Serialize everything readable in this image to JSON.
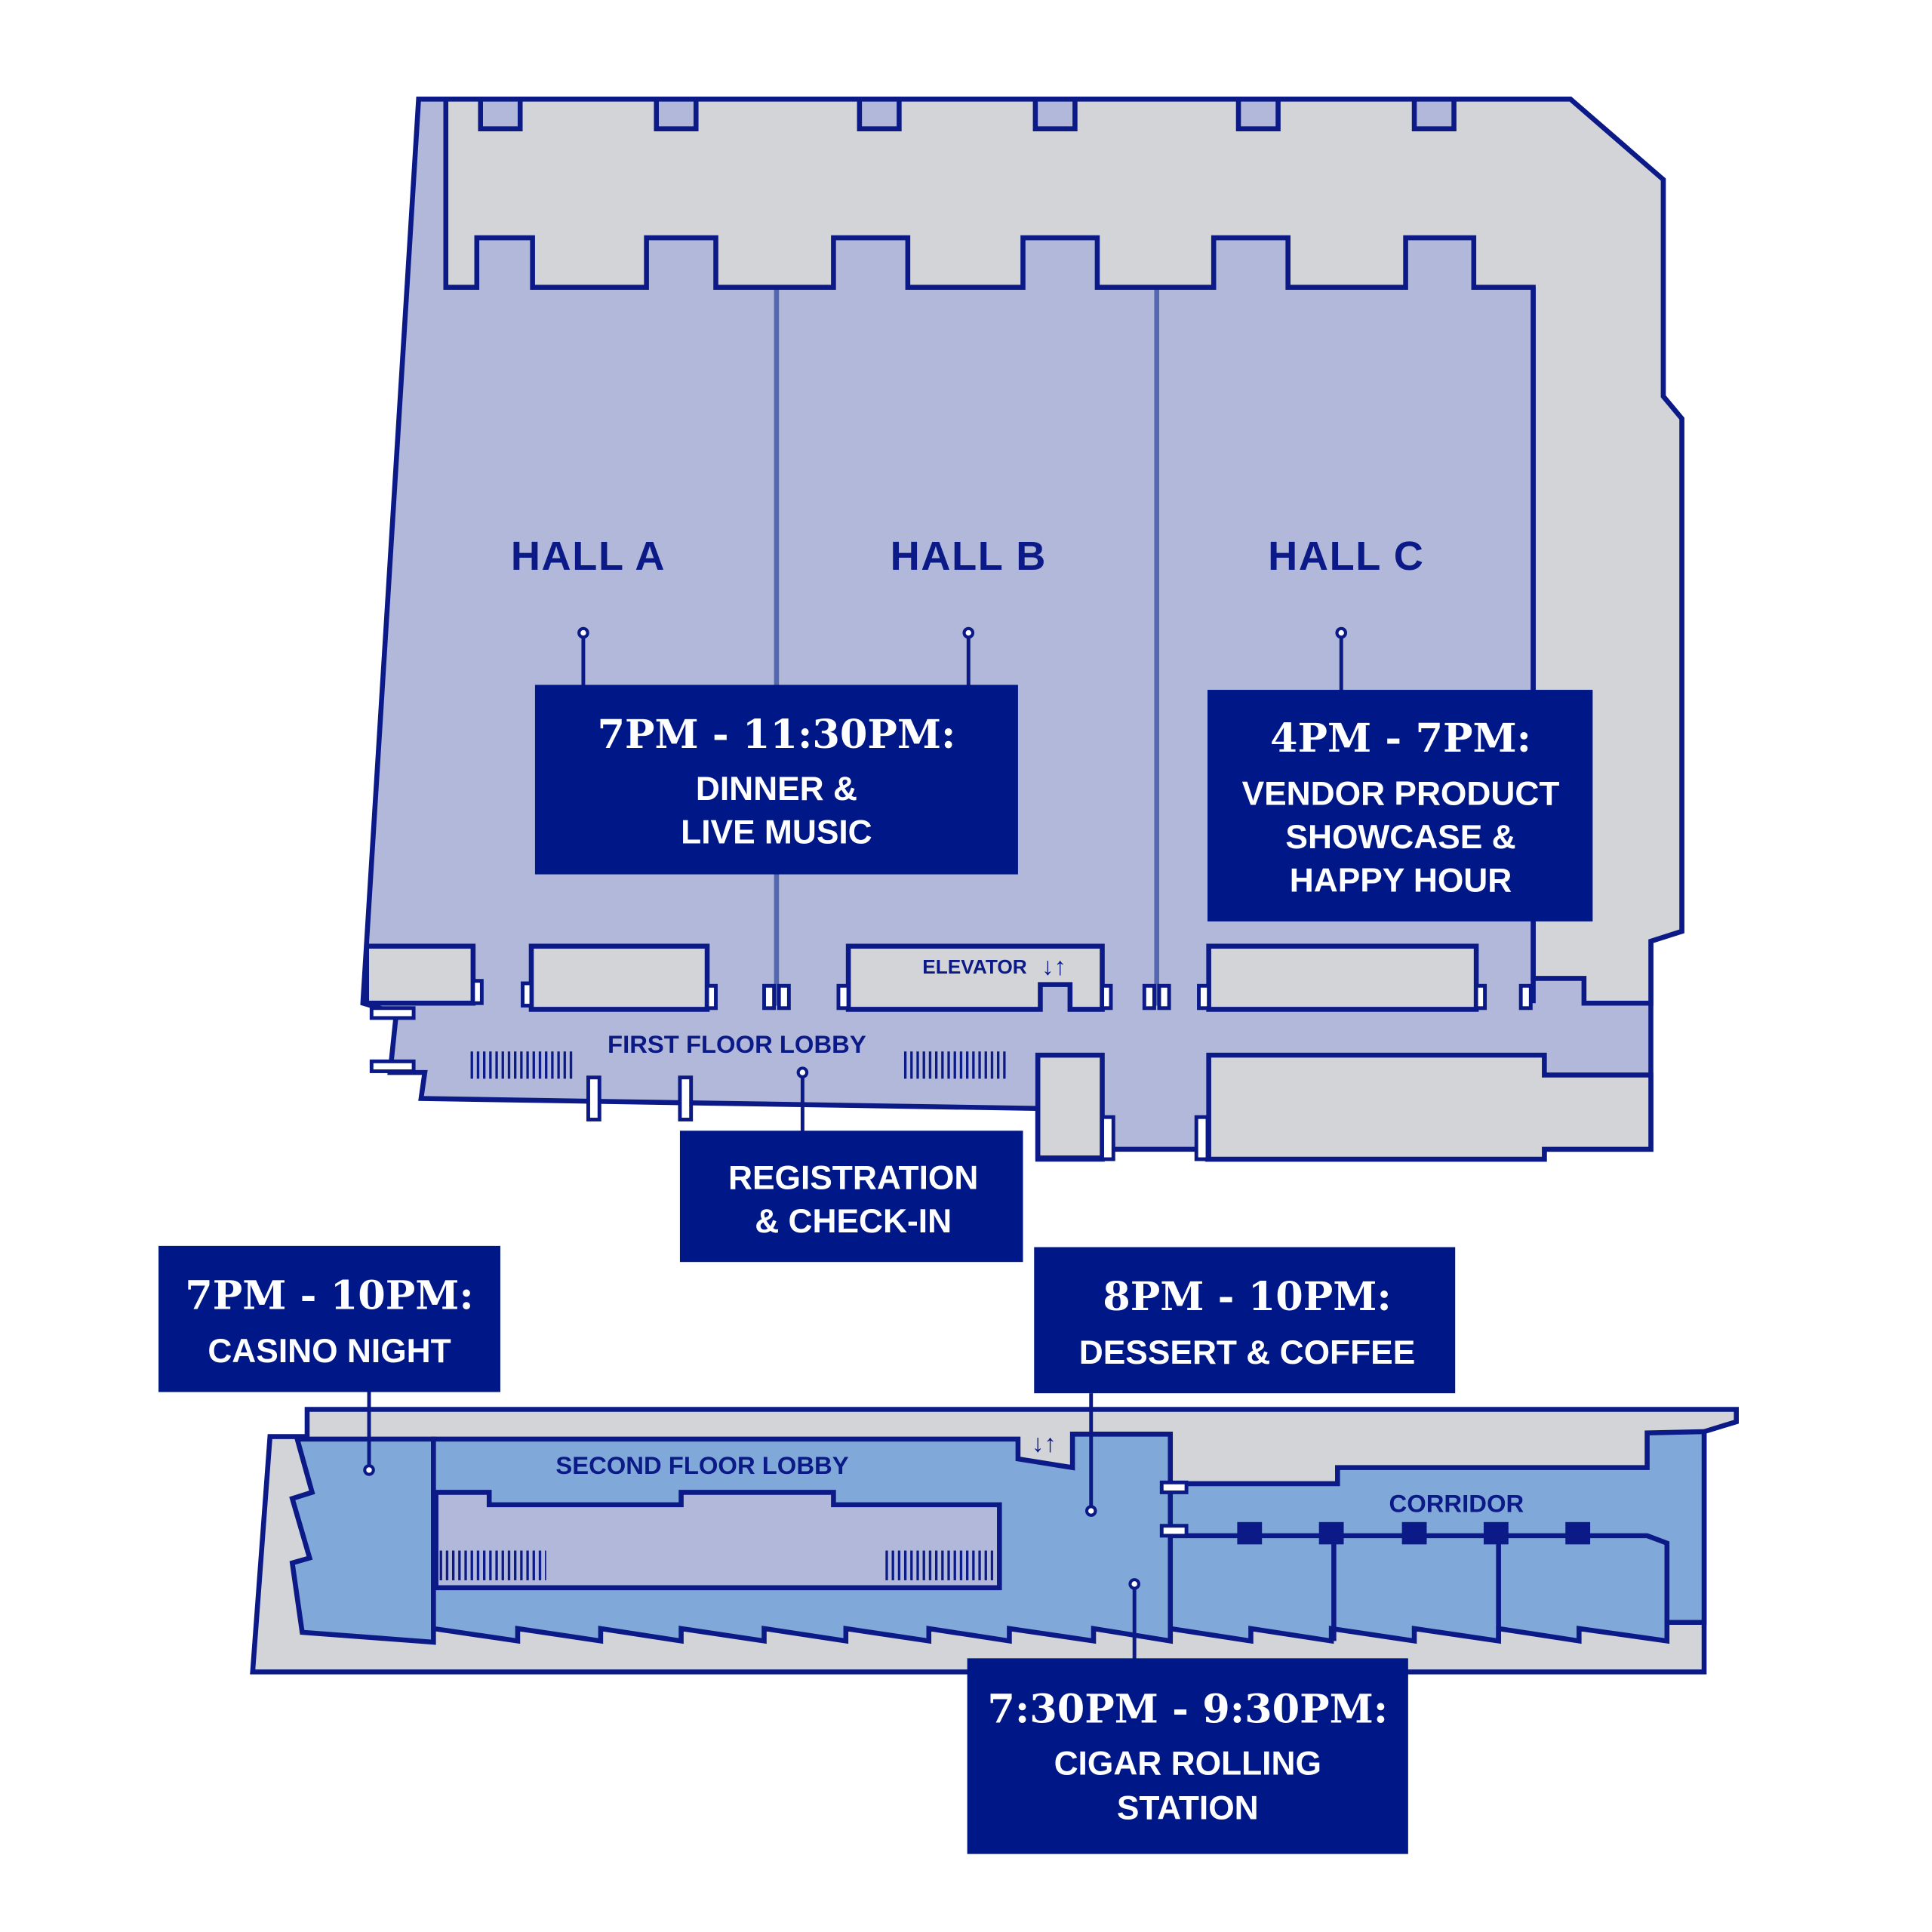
{
  "first_floor": {
    "halls": [
      "HALL A",
      "HALL B",
      "HALL C"
    ],
    "lobby_label": "FIRST FLOOR LOBBY",
    "elevator_label": "ELEVATOR",
    "elevator_icon": "up-down-arrows-icon"
  },
  "second_floor": {
    "lobby_label": "SECOND FLOOR LOBBY",
    "corridor_label": "CORRIDOR",
    "elevator_icon": "up-down-arrows-icon"
  },
  "events": {
    "dinner": {
      "time": "7PM - 11:30PM:",
      "line1": "DINNER &",
      "line2": "LIVE MUSIC"
    },
    "vendor": {
      "time": "4PM - 7PM:",
      "line1": "VENDOR PRODUCT",
      "line2": "SHOWCASE &",
      "line3": "HAPPY HOUR"
    },
    "registration": {
      "line1": "REGISTRATION",
      "line2": "& CHECK-IN"
    },
    "casino": {
      "time": "7PM - 10PM:",
      "line1": "CASINO NIGHT"
    },
    "dessert": {
      "time": "8PM - 10PM:",
      "line1": "DESSERT & COFFEE"
    },
    "cigar": {
      "time": "7:30PM - 9:30PM:",
      "line1": "CIGAR ROLLING",
      "line2": "STATION"
    }
  },
  "colors": {
    "navy": "#001887",
    "hall": "#b1b8da",
    "service": "#d3d4d8",
    "second_floor": "#80a8d9"
  }
}
